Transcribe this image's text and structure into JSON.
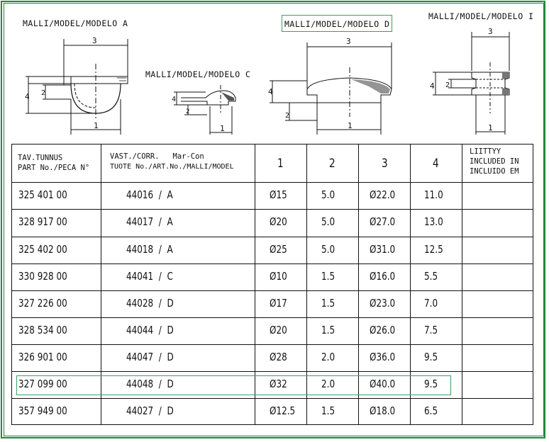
{
  "models": {
    "a": "MALLI/MODEL/MODELO A",
    "c": "MALLI/MODEL/MODELO C",
    "d": "MALLI/MODEL/MODELO D",
    "i": "MALLI/MODEL/MODELO I"
  },
  "dims": {
    "d1": "1",
    "d2": "2",
    "d3": "3",
    "d4": "4"
  },
  "table": {
    "headers": {
      "part_line1": "TAV.TUNNUS",
      "part_line2": "PART No./PECA N°",
      "corr_line1": "VAST./CORR.   Mar-Con",
      "corr_line2": "TUOTE No./ART.No./MALLI/MODEL",
      "c1": "1",
      "c2": "2",
      "c3": "3",
      "c4": "4",
      "inc_line1": "LIITTYY",
      "inc_line2": "INCLUDED IN",
      "inc_line3": "INCLUIDO EM"
    },
    "rows": [
      {
        "part": "325 401 00",
        "corr": "44016  /  A",
        "d1": "Ø15",
        "d2": "5.0",
        "d3": "Ø22.0",
        "d4": "11.0"
      },
      {
        "part": "328 917 00",
        "corr": "44017  /  A",
        "d1": "Ø20",
        "d2": "5.0",
        "d3": "Ø27.0",
        "d4": "13.0"
      },
      {
        "part": "325 402 00",
        "corr": "44018  /  A",
        "d1": "Ø25",
        "d2": "5.0",
        "d3": "Ø31.0",
        "d4": "12.5"
      },
      {
        "part": "330 928 00",
        "corr": "44041  /  C",
        "d1": "Ø10",
        "d2": "1.5",
        "d3": "Ø16.0",
        "d4": "5.5"
      },
      {
        "part": "327 226 00",
        "corr": "44028  /  D",
        "d1": "Ø17",
        "d2": "1.5",
        "d3": "Ø23.0",
        "d4": "7.0"
      },
      {
        "part": "328 534 00",
        "corr": "44044  /  D",
        "d1": "Ø20",
        "d2": "1.5",
        "d3": "Ø26.0",
        "d4": "7.5"
      },
      {
        "part": "326 901 00",
        "corr": "44047  /  D",
        "d1": "Ø28",
        "d2": "2.0",
        "d3": "Ø36.0",
        "d4": "9.5"
      },
      {
        "part": "327 099 00",
        "corr": "44048  /  D",
        "d1": "Ø32",
        "d2": "2.0",
        "d3": "Ø40.0",
        "d4": "9.5"
      },
      {
        "part": "357 949 00",
        "corr": "44027  /  D",
        "d1": "Ø12.5",
        "d2": "1.5",
        "d3": "Ø18.0",
        "d4": "6.5"
      }
    ]
  }
}
